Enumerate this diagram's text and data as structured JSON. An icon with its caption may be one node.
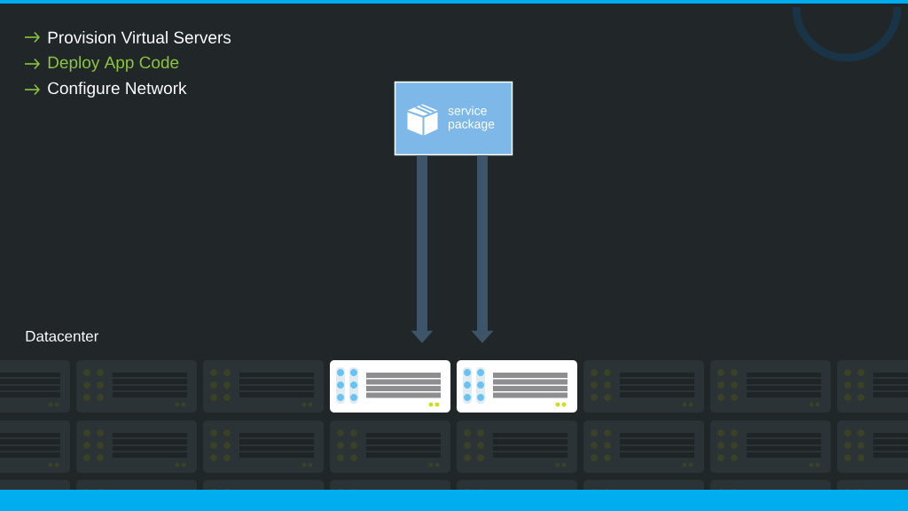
{
  "diagram": {
    "nodes": [
      {
        "text": [
          "service package"
        ]
      },
      {
        "text": [],
        "shape": "picture"
      },
      {
        "text": [],
        "shape": "picture"
      }
    ],
    "edges": [
      {
        "from": 0,
        "to": 1,
        "arrow": "to"
      },
      {
        "from": 0,
        "to": 2,
        "arrow": "to"
      }
    ],
    "labels": [
      "Provision Virtual Servers",
      "Deploy App Code",
      "Configure Network",
      "Datacenter"
    ]
  }
}
